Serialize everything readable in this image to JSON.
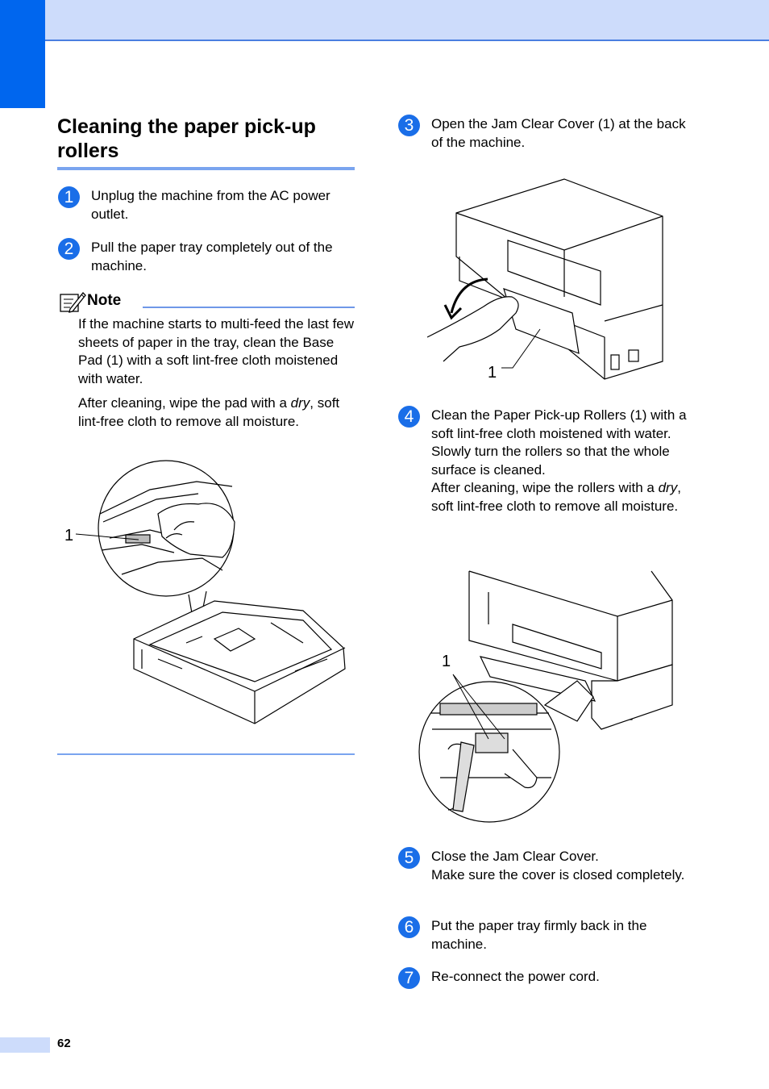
{
  "section_title": "Cleaning the paper pick-up rollers",
  "steps_left": [
    {
      "num": "1",
      "text": "Unplug the machine from the AC power outlet."
    },
    {
      "num": "2",
      "text": "Pull the paper tray completely out of the machine."
    }
  ],
  "note": {
    "title": "Note",
    "p1": "If the machine starts to multi-feed the last few sheets of paper in the tray, clean the Base Pad (1) with a soft lint-free cloth moistened with water.",
    "p2_before": "After cleaning, wipe the pad with a ",
    "p2_italic": "dry",
    "p2_after": ", soft lint-free cloth to remove all moisture."
  },
  "steps_right": [
    {
      "num": "3",
      "text": "Open the Jam Clear Cover (1) at the back of the machine."
    },
    {
      "num": "4",
      "line1": "Clean the Paper Pick-up Rollers (1) with a soft lint-free cloth moistened with water.",
      "line2": "Slowly turn the rollers so that the whole surface is cleaned.",
      "line3_before": "After cleaning, wipe the rollers with a ",
      "line3_italic": "dry",
      "line3_after": ", soft lint-free cloth to remove all moisture."
    },
    {
      "num": "5",
      "line1": "Close the Jam Clear Cover.",
      "line2": "Make sure the cover is closed completely."
    },
    {
      "num": "6",
      "text": "Put the paper tray firmly back in the machine."
    },
    {
      "num": "7",
      "text": "Re-connect the power cord."
    }
  ],
  "callouts": {
    "fig1": "1",
    "fig2": "1",
    "fig3": "1"
  },
  "page_number": "62",
  "colors": {
    "accent": "#0066ee",
    "band": "#cddcfb",
    "rule": "#7aa4ef"
  }
}
